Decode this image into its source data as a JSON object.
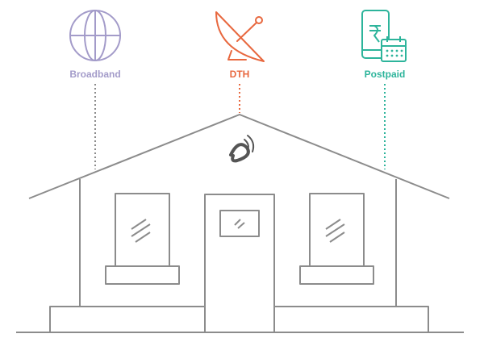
{
  "services": {
    "broadband": {
      "label": "Broadband",
      "icon": "globe-icon",
      "color": "#A39BC9"
    },
    "dth": {
      "label": "DTH",
      "icon": "satellite-dish-icon",
      "color": "#E8683F"
    },
    "postpaid": {
      "label": "Postpaid",
      "icon": "mobile-bill-calendar-icon",
      "color": "#2DB49B"
    }
  },
  "house": {
    "line_color": "#8C8C8C",
    "logo_icon": "airtel-logo-icon"
  }
}
